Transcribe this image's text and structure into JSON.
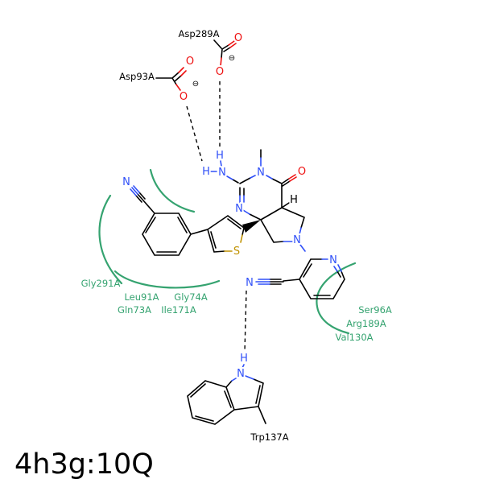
{
  "title": "4h3g:10Q",
  "molecule": {
    "atom_labels": {
      "nitrogen": "N",
      "oxygen": "O",
      "sulfur": "S",
      "hydrogen": "H",
      "negative_charge": "⊖"
    }
  },
  "residues": {
    "asp289": {
      "label": "Asp289A",
      "interaction": "hydrogen bond"
    },
    "asp93": {
      "label": "Asp93A",
      "interaction": "hydrogen bond"
    },
    "trp137": {
      "label": "Trp137A",
      "interaction": "hydrogen bond"
    },
    "gly291": {
      "label": "Gly291A",
      "interaction": "hydrophobic"
    },
    "leu91": {
      "label": "Leu91A",
      "interaction": "hydrophobic"
    },
    "gly74": {
      "label": "Gly74A",
      "interaction": "hydrophobic"
    },
    "gln73": {
      "label": "Gln73A",
      "interaction": "hydrophobic"
    },
    "ile171": {
      "label": "Ile171A",
      "interaction": "hydrophobic"
    },
    "ser96": {
      "label": "Ser96A",
      "interaction": "hydrophobic"
    },
    "arg189": {
      "label": "Arg189A",
      "interaction": "hydrophobic"
    },
    "val130": {
      "label": "Val130A",
      "interaction": "hydrophobic"
    }
  },
  "colors": {
    "background": "#ffffff",
    "bond": "#000000",
    "label": "#000000",
    "nitrogen": "#3050f8",
    "oxygen": "#ee1111",
    "sulfur": "#c09200",
    "hydrophobic": "#35a370"
  }
}
